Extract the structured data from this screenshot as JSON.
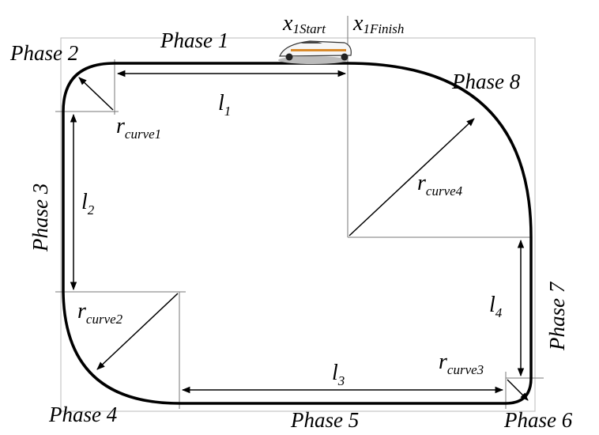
{
  "phases": {
    "p1": "Phase 1",
    "p2": "Phase 2",
    "p3": "Phase 3",
    "p4": "Phase 4",
    "p5": "Phase 5",
    "p6": "Phase 6",
    "p7": "Phase 7",
    "p8": "Phase 8"
  },
  "lengths": {
    "l1": {
      "base": "l",
      "sub": "1"
    },
    "l2": {
      "base": "l",
      "sub": "2"
    },
    "l3": {
      "base": "l",
      "sub": "3"
    },
    "l4": {
      "base": "l",
      "sub": "4"
    }
  },
  "radii": {
    "r1": {
      "base": "r",
      "sub": "curve1"
    },
    "r2": {
      "base": "r",
      "sub": "curve2"
    },
    "r3": {
      "base": "r",
      "sub": "curve3"
    },
    "r4": {
      "base": "r",
      "sub": "curve4"
    }
  },
  "markers": {
    "start": {
      "base": "x",
      "num": "1",
      "sub": "Start"
    },
    "finish": {
      "base": "x",
      "num": "1",
      "sub": "Finish"
    }
  },
  "vehicle": "solar-car-image"
}
